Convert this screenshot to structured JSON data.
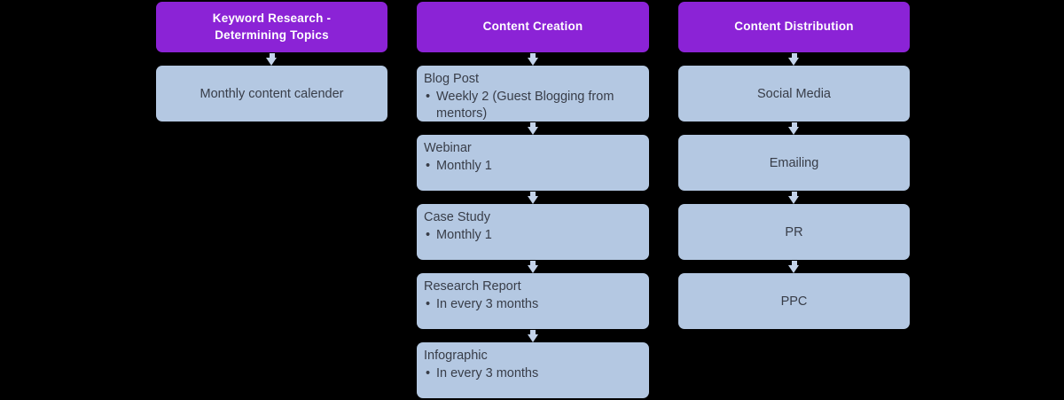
{
  "canvas": {
    "background_color": "#000000",
    "header_color": "#8b23d6",
    "node_color": "#b4c8e2",
    "node_text_color": "#383d48",
    "header_text_color": "#ffffff",
    "arrow_color": "#c3d3ea"
  },
  "columns": [
    {
      "header": "Keyword Research -\nDetermining Topics",
      "nodes": [
        {
          "type": "centered",
          "title": "Monthly content calender",
          "bullets": []
        }
      ]
    },
    {
      "header": "Content Creation",
      "nodes": [
        {
          "type": "listed",
          "title": "Blog Post",
          "bullets": [
            "Weekly 2 (Guest Blogging from mentors)"
          ]
        },
        {
          "type": "listed",
          "title": "Webinar",
          "bullets": [
            "Monthly 1"
          ]
        },
        {
          "type": "listed",
          "title": "Case Study",
          "bullets": [
            "Monthly 1"
          ]
        },
        {
          "type": "listed",
          "title": "Research Report",
          "bullets": [
            "In every 3 months"
          ]
        },
        {
          "type": "listed",
          "title": "Infographic",
          "bullets": [
            "In every 3 months"
          ]
        }
      ]
    },
    {
      "header": "Content Distribution",
      "nodes": [
        {
          "type": "centered",
          "title": "Social Media",
          "bullets": []
        },
        {
          "type": "centered",
          "title": "Emailing",
          "bullets": []
        },
        {
          "type": "centered",
          "title": "PR",
          "bullets": []
        },
        {
          "type": "centered",
          "title": "PPC",
          "bullets": []
        }
      ]
    }
  ],
  "icons": {
    "connector": "arrow-down-icon"
  }
}
